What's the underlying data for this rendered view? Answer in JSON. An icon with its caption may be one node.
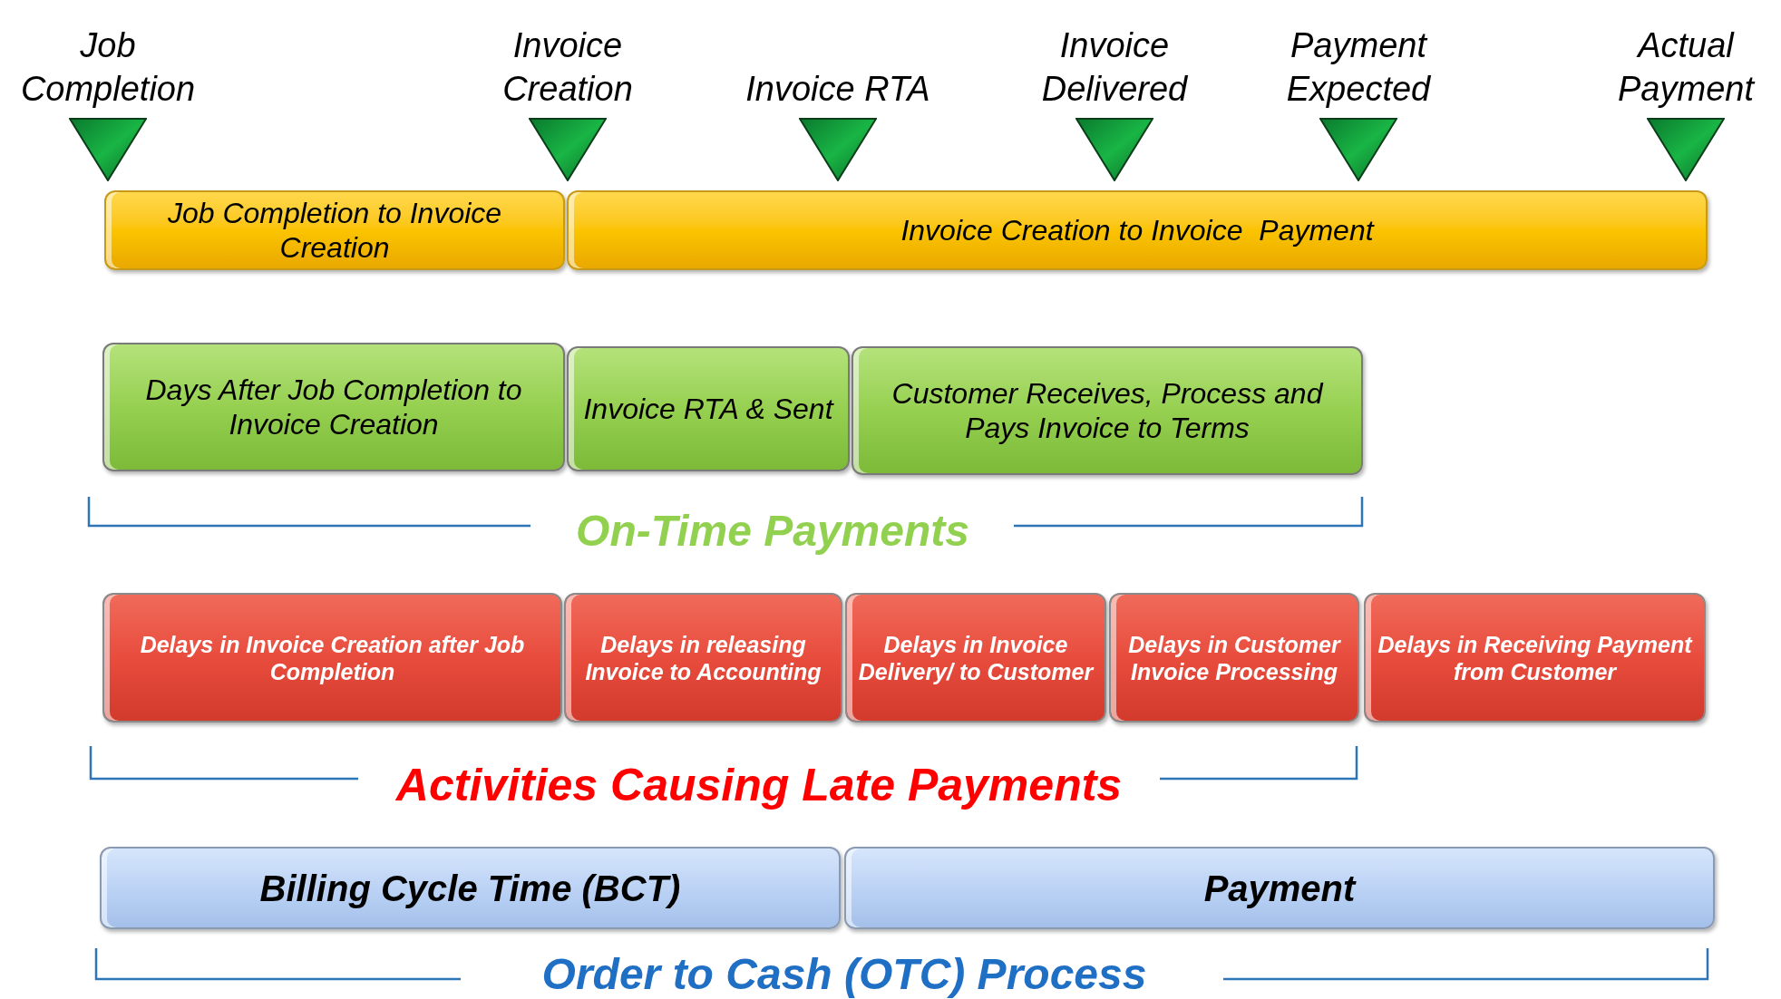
{
  "diagram": {
    "nodes": [
      {
        "text": [
          "Job Completion"
        ]
      },
      {
        "text": [
          "Invoice Creation"
        ]
      },
      {
        "text": [
          "Invoice RTA"
        ]
      },
      {
        "text": [
          "Invoice Delivered"
        ]
      },
      {
        "text": [
          "Payment Expected"
        ]
      },
      {
        "text": [
          "Actual Payment"
        ]
      },
      {
        "text": [
          "Job Completion to Invoice Creation"
        ]
      },
      {
        "text": [
          "Invoice Creation to Invoice  Payment"
        ]
      },
      {
        "text": [
          "Days After Job Completion to Invoice Creation"
        ]
      },
      {
        "text": [
          "Invoice RTA & Sent"
        ]
      },
      {
        "text": [
          "Customer Receives, Process and Pays Invoice to Terms"
        ]
      },
      {
        "text": [
          "Delays in Invoice Creation after Job Completion"
        ]
      },
      {
        "text": [
          "Delays in releasing Invoice to Accounting"
        ]
      },
      {
        "text": [
          "Delays in Invoice Delivery/ to Customer"
        ]
      },
      {
        "text": [
          "Delays in Customer Invoice Processing"
        ]
      },
      {
        "text": [
          "Delays in Receiving Payment from Customer"
        ]
      },
      {
        "text": [
          "Billing Cycle Time (BCT)"
        ]
      },
      {
        "text": [
          "Payment"
        ]
      }
    ],
    "labels": [
      "On-Time Payments",
      "Activities Causing Late Payments",
      "Order to Cash (OTC) Process"
    ]
  }
}
